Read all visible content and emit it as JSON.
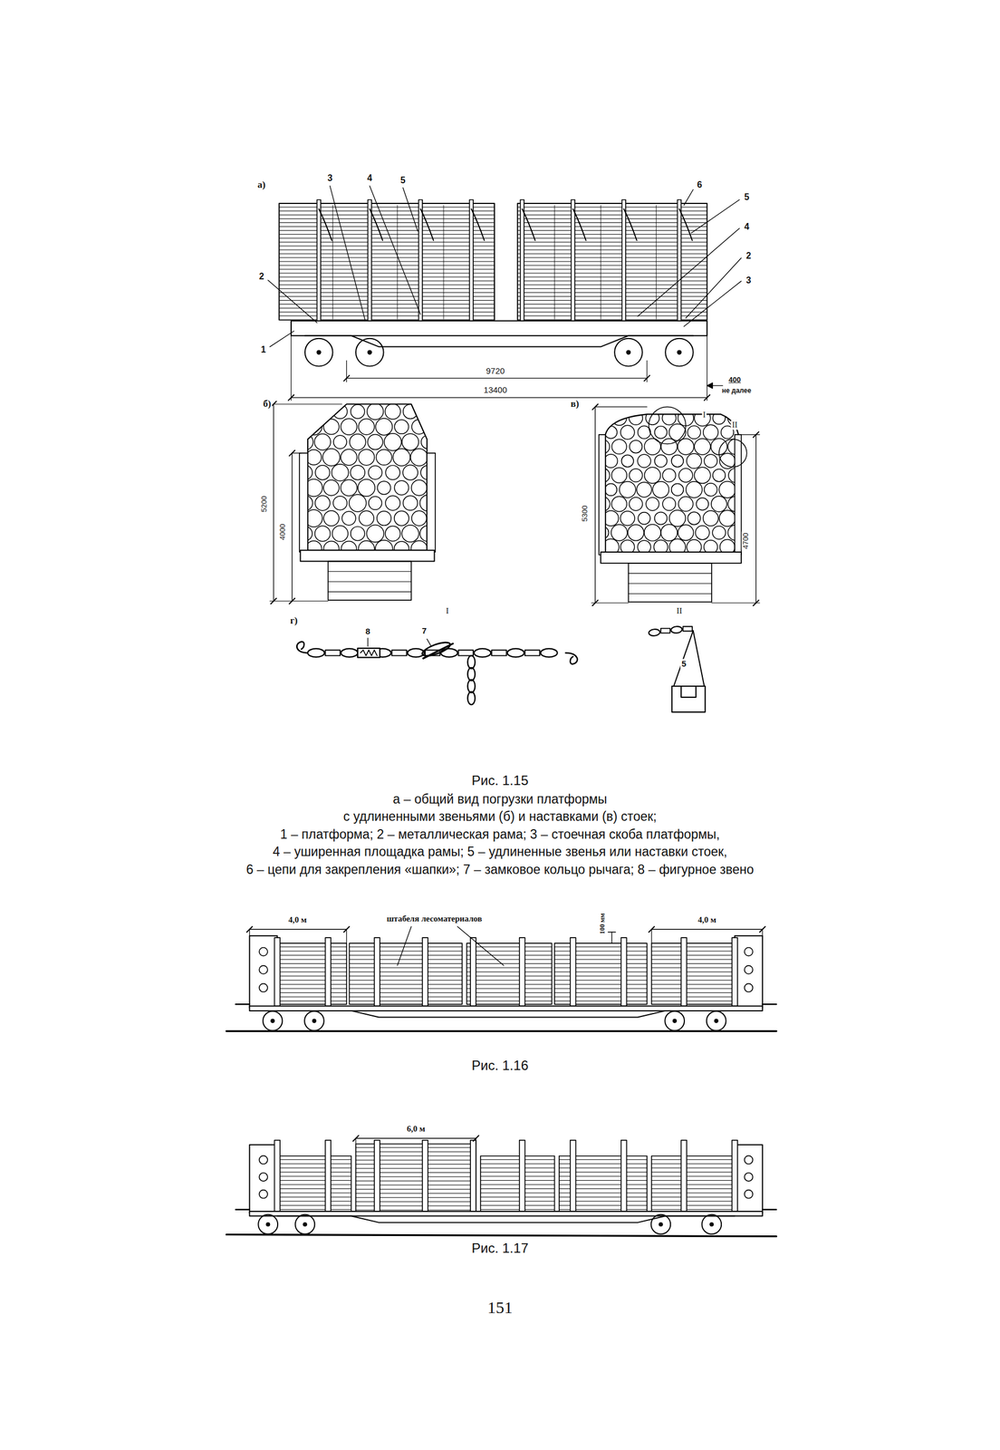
{
  "diagram": {
    "labels": [
      "а)",
      "3",
      "4",
      "5",
      "6",
      "5",
      "4",
      "2",
      "3",
      "2",
      "1",
      "9720",
      "13400",
      "400",
      "не далее",
      "б)",
      "5200",
      "4000",
      "в)",
      "I",
      "II",
      "5300",
      "4700",
      "г)",
      "I",
      "II",
      "8",
      "7",
      "5",
      "Рис. 1.15",
      "а – общий вид погрузки платформы",
      "с удлиненными звеньями (б) и наставками (в) стоек;",
      "1 – платформа; 2 – металлическая рама; 3 – стоечная скоба платформы,",
      "4 – уширенная площадка рамы; 5 – удлиненные звенья или наставки стоек,",
      "6 – цепи для закрепления «шапки»; 7 – замковое кольцо рычага; 8 – фигурное звено",
      "4,0 м",
      "штабеля лесоматериалов",
      "100 мм",
      "4,0 м",
      "Рис. 1.16",
      "6,0 м",
      "Рис. 1.17",
      "151"
    ]
  }
}
